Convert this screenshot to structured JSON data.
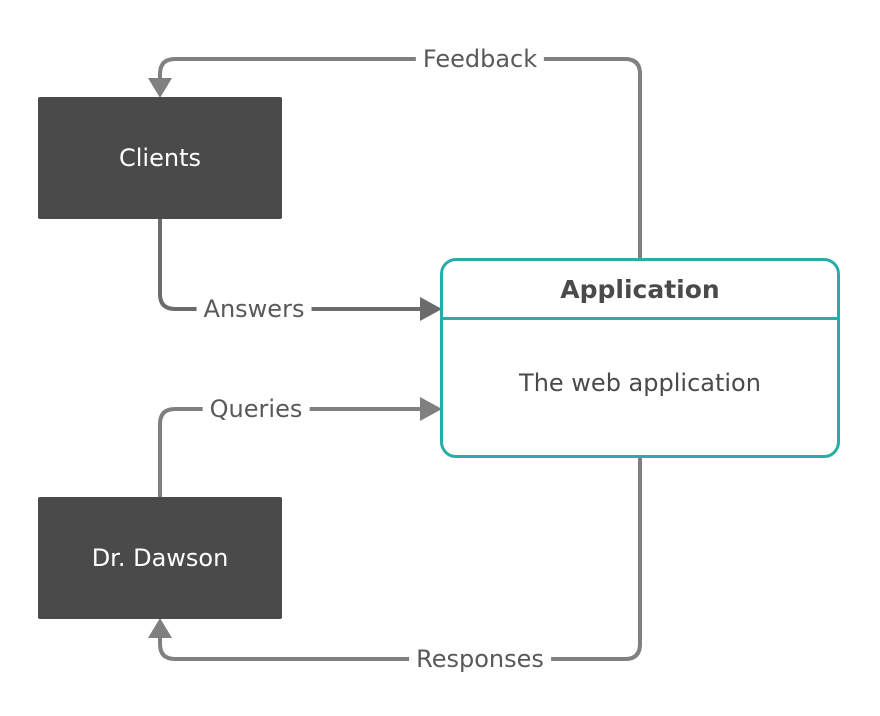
{
  "entities": {
    "clients": "Clients",
    "dr_dawson": "Dr. Dawson"
  },
  "process": {
    "title": "Application",
    "description": "The web application"
  },
  "flows": {
    "feedback": "Feedback",
    "answers": "Answers",
    "queries": "Queries",
    "responses": "Responses"
  },
  "colors": {
    "entity_fill": "#4a4a4a",
    "process_border": "#26ada9",
    "connector": "#808080"
  }
}
